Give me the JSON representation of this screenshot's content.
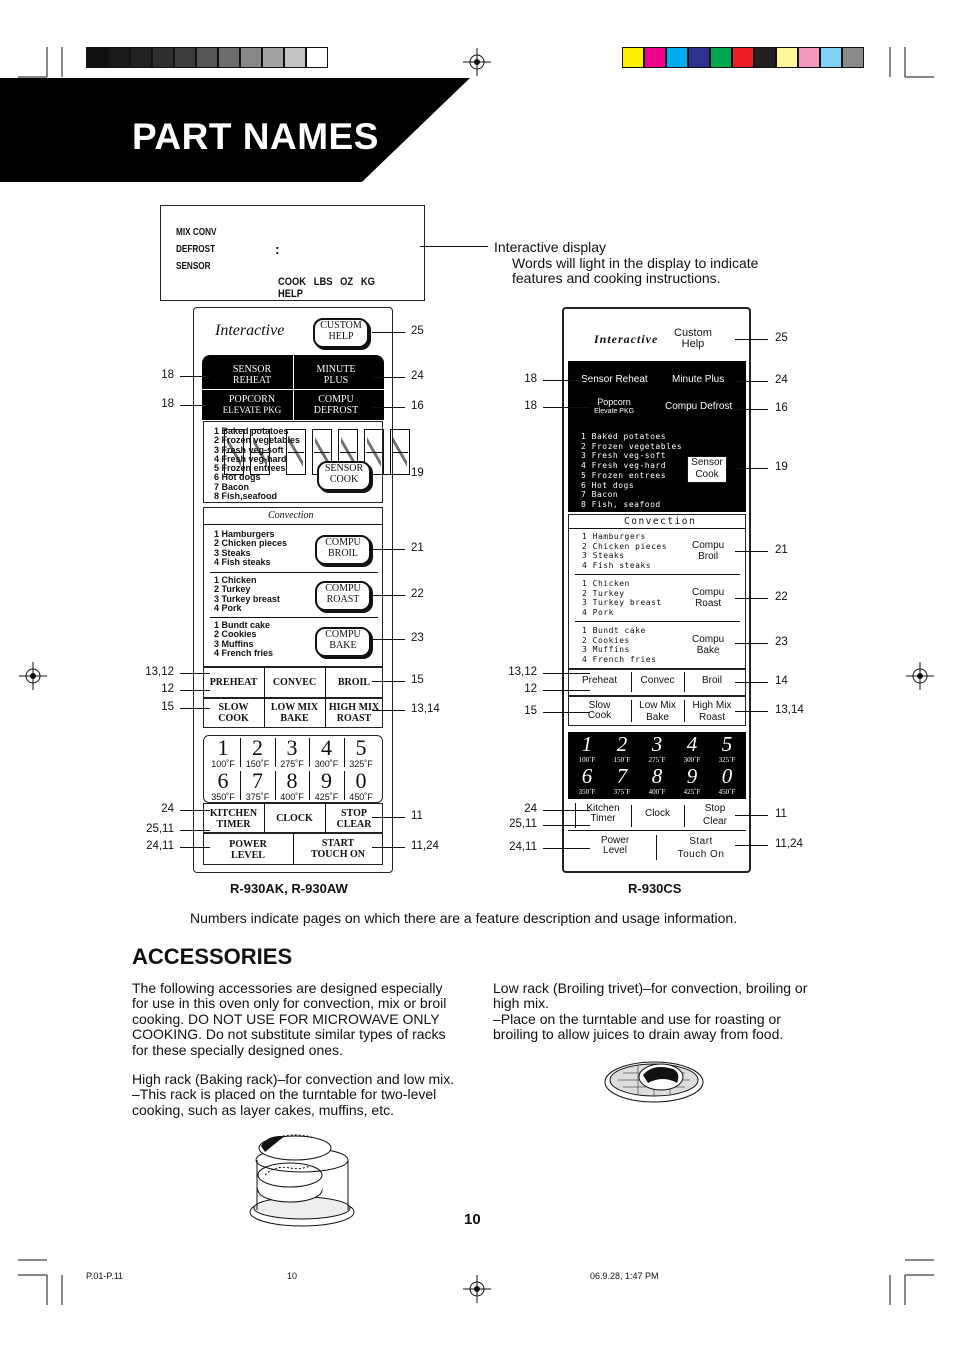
{
  "header": {
    "title": "PART NAMES"
  },
  "swatches_left": [
    "#111111",
    "#1a1a1a",
    "#222222",
    "#2e2e2e",
    "#3c3c3c",
    "#555555",
    "#6c6c6c",
    "#888888",
    "#a3a3a3",
    "#c4c4c4",
    "#ffffff"
  ],
  "swatches_right": [
    "#fff200",
    "#ec008c",
    "#00aeef",
    "#2e3192",
    "#00a651",
    "#ed1c24",
    "#231f20",
    "#fff799",
    "#f49ac1",
    "#7fd3f7",
    "#8a8a8a"
  ],
  "display": {
    "mode_labels": [
      "MIX CONV",
      "DEFROST",
      "SENSOR"
    ],
    "unit_labels": [
      "COOK",
      "LBS",
      "OZ",
      "KG",
      "HELP"
    ],
    "callout_title": "Interactive display",
    "callout_desc_1": "Words will light in the display to indicate",
    "callout_desc_2": "features and cooking instructions."
  },
  "left_panel": {
    "brand": "Interactive",
    "custom_help": [
      "CUSTOM",
      "HELP"
    ],
    "sensor_reheat": [
      "SENSOR",
      "REHEAT"
    ],
    "minute_plus": [
      "MINUTE",
      "PLUS"
    ],
    "popcorn": [
      "POPCORN",
      "ELEVATE PKG"
    ],
    "compu_defrost": [
      "COMPU",
      "DEFROST"
    ],
    "sensor_list": [
      "1  Baked potatoes",
      "2  Frozen vegetables",
      "3  Fresh veg-soft",
      "4  Fresh veg-hard",
      "5  Frozen entrees",
      "6  Hot dogs",
      "7  Bacon",
      "8  Fish,seafood"
    ],
    "sensor_cook": [
      "SENSOR",
      "COOK"
    ],
    "convection_title": "Convection",
    "broil_list": [
      "1  Hamburgers",
      "2  Chicken pieces",
      "3  Steaks",
      "4  Fish steaks"
    ],
    "compu_broil": [
      "COMPU",
      "BROIL"
    ],
    "roast_list": [
      "1  Chicken",
      "2  Turkey",
      "3  Turkey breast",
      "4  Pork"
    ],
    "compu_roast": [
      "COMPU",
      "ROAST"
    ],
    "bake_list": [
      "1  Bundt cake",
      "2  Cookies",
      "3  Muffins",
      "4  French fries"
    ],
    "compu_bake": [
      "COMPU",
      "BAKE"
    ],
    "preheat": "PREHEAT",
    "convec": "CONVEC",
    "broil": "BROIL",
    "slow_cook": [
      "SLOW",
      "COOK"
    ],
    "low_mix_bake": [
      "LOW MIX",
      "BAKE"
    ],
    "high_mix_roast": [
      "HIGH MIX",
      "ROAST"
    ],
    "digits": [
      {
        "d": "1",
        "t": "100˚F"
      },
      {
        "d": "2",
        "t": "150˚F"
      },
      {
        "d": "3",
        "t": "275˚F"
      },
      {
        "d": "4",
        "t": "300˚F"
      },
      {
        "d": "5",
        "t": "325˚F"
      },
      {
        "d": "6",
        "t": "350˚F"
      },
      {
        "d": "7",
        "t": "375˚F"
      },
      {
        "d": "8",
        "t": "400˚F"
      },
      {
        "d": "9",
        "t": "425˚F"
      },
      {
        "d": "0",
        "t": "450˚F"
      }
    ],
    "kitchen_timer": [
      "KITCHEN",
      "TIMER"
    ],
    "clock": "CLOCK",
    "stop_clear": [
      "STOP",
      "CLEAR"
    ],
    "power_level": [
      "POWER",
      "LEVEL"
    ],
    "start_touch_on": [
      "START",
      "TOUCH ON"
    ],
    "model": "R-930AK, R-930AW"
  },
  "left_callouts_left": [
    "18",
    "18",
    "13,12",
    "12",
    "15",
    "24",
    "25,11",
    "24,11"
  ],
  "left_callouts_right": [
    "25",
    "24",
    "16",
    "19",
    "21",
    "22",
    "23",
    "15",
    "13,14",
    "11",
    "11,24"
  ],
  "right_panel": {
    "brand": "Interactive",
    "custom_help": [
      "Custom",
      "Help"
    ],
    "sensor_reheat": "Sensor Reheat",
    "minute_plus": "Minute Plus",
    "popcorn": [
      "Popcorn",
      "Elevate PKG"
    ],
    "compu_defrost": "Compu Defrost",
    "sensor_list": [
      "1   Baked potatoes",
      "2   Frozen vegetables",
      "3   Fresh veg-soft",
      "4   Fresh veg-hard",
      "5   Frozen entrees",
      "6   Hot dogs",
      "7   Bacon",
      "8   Fish, seafood"
    ],
    "sensor_cook": [
      "Sensor",
      "Cook"
    ],
    "convection_title": "Convection",
    "broil_list": [
      "1   Hamburgers",
      "2   Chicken pieces",
      "3   Steaks",
      "4   Fish steaks"
    ],
    "compu_broil": [
      "Compu",
      "Broil"
    ],
    "roast_list": [
      "1   Chicken",
      "2   Turkey",
      "3   Turkey breast",
      "4   Pork"
    ],
    "compu_roast": [
      "Compu",
      "Roast"
    ],
    "bake_list": [
      "1   Bundt cake",
      "2   Cookies",
      "3   Muffins",
      "4   French fries"
    ],
    "compu_bake": [
      "Compu",
      "Bake"
    ],
    "preheat": "Preheat",
    "convec": "Convec",
    "broil": "Broil",
    "slow_cook": [
      "Slow",
      "Cook"
    ],
    "low_mix_bake": [
      "Low Mix",
      "Bake"
    ],
    "high_mix_roast": [
      "High Mix",
      "Roast"
    ],
    "kitchen_timer": [
      "Kitchen",
      "Timer"
    ],
    "clock": "Clock",
    "stop_clear": [
      "Stop",
      "Clear"
    ],
    "power_level": [
      "Power",
      "Level"
    ],
    "start_touch_on": [
      "Start",
      "Touch On"
    ],
    "model": "R-930CS"
  },
  "right_callouts_left": [
    "18",
    "18",
    "13,12",
    "12",
    "15",
    "24",
    "25,11",
    "24,11"
  ],
  "right_callouts_right": [
    "25",
    "24",
    "16",
    "19",
    "21",
    "22",
    "23",
    "14",
    "13,14",
    "11",
    "11,24"
  ],
  "note": "Numbers indicate pages on which there are a feature description and usage information.",
  "accessories": {
    "title": "ACCESSORIES",
    "p1": [
      "The following accessories are designed especially",
      "for use in this oven only for convection, mix or broil",
      "cooking. DO NOT USE FOR MICROWAVE ONLY",
      "COOKING. Do not substitute similar types of racks",
      "for these specially designed ones."
    ],
    "p2": [
      "High rack (Baking rack)–for convection and low mix.",
      "–This rack is placed on the turntable for two-level",
      "cooking, such as layer cakes, muffins, etc."
    ],
    "p3": [
      "Low rack (Broiling trivet)–for convection, broiling or",
      "high mix.",
      "–Place on the turntable and use for roasting or",
      "broiling to allow juices to drain away from food."
    ]
  },
  "page_number": "10",
  "footer": {
    "file": "P.01-P.11",
    "page": "10",
    "date": "06.9.28, 1:47 PM"
  }
}
